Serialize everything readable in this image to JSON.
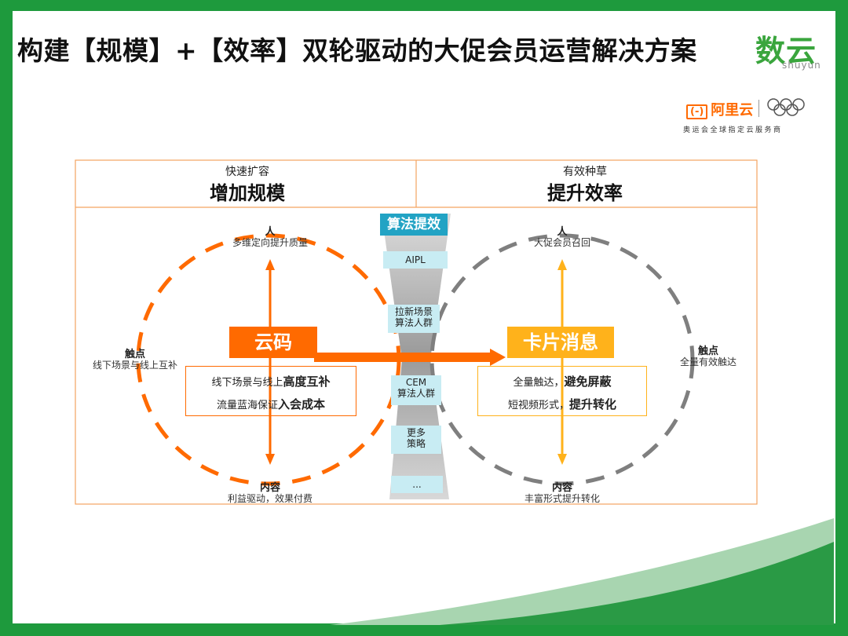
{
  "header": {
    "title": "构建【规模】+【效率】双轮驱动的大促会员运营解决方案",
    "logo_text": "数云",
    "logo_sub": "shuyun"
  },
  "partner": {
    "aliyun_text": "阿里云",
    "aliyun_bracket": "(-)",
    "tagline": "奥运会全球指定云服务商"
  },
  "colors": {
    "orange": "#ff6a00",
    "amber": "#ffb21b",
    "gray": "#7f7f7f",
    "teal": "#22a3c4",
    "green": "#3aa53d"
  },
  "left": {
    "header_sub": "快速扩容",
    "header_main": "增加规模",
    "top_title": "人",
    "top_sub": "多维定向提升质量",
    "side_title": "触点",
    "side_sub": "线下场景与线上互补",
    "bottom_title": "内容",
    "bottom_sub": "利益驱动，效果付费",
    "center_label": "云码",
    "desc_1_pre": "线下场景与线上",
    "desc_1_bold": "高度互补",
    "desc_2_pre": "流量蓝海保证",
    "desc_2_bold": "入会成本"
  },
  "right": {
    "header_sub": "有效种草",
    "header_main": "提升效率",
    "top_title": "人",
    "top_sub": "大促会员召回",
    "side_title": "触点",
    "side_sub": "全量有效触达",
    "bottom_title": "内容",
    "bottom_sub": "丰富形式提升转化",
    "center_label": "卡片消息",
    "desc_1_pre": "全量触达，",
    "desc_1_bold": "避免屏蔽",
    "desc_2_pre": "短视频形式，",
    "desc_2_bold": "提升转化"
  },
  "middle": {
    "top_tag": "算法提效",
    "tag_aipl": "AIPL",
    "tag_2a": "拉新场景",
    "tag_2b": "算法人群",
    "tag_3a": "CEM",
    "tag_3b": "算法人群",
    "tag_4a": "更多",
    "tag_4b": "策略",
    "tag_5": "..."
  }
}
